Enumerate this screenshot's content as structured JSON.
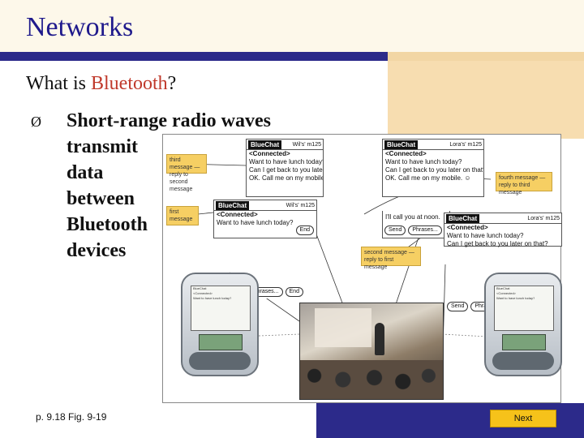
{
  "slide": {
    "title": "Networks",
    "subtitle_prefix": "What is ",
    "subtitle_highlight": "Bluetooth",
    "subtitle_suffix": "?",
    "bullet_glyph": "Ø",
    "bullet_lines": [
      "Short-range radio waves",
      "transmit",
      "data",
      "between",
      "Bluetooth",
      "devices"
    ],
    "footer_ref": "p. 9.18 Fig. 9-19",
    "next_label": "Next"
  },
  "figure": {
    "screens": [
      {
        "app": "BlueChat",
        "status": "Wil's' m125",
        "lines": [
          "<Connected>",
          "Want to have lunch today?",
          "Can I get back to you later on that?",
          "OK. Call me on my mobile. ☺"
        ],
        "buttons": []
      },
      {
        "app": "BlueChat",
        "status": "Lora's' m125",
        "lines": [
          "<Connected>",
          "Want to have lunch today?",
          "Can I get back to you later on that?",
          "OK. Call me on my mobile. ☺"
        ],
        "buttons": []
      },
      {
        "app": "BlueChat",
        "status": "Wil's' m125",
        "lines": [
          "<Connected>",
          "Want to have lunch today?"
        ],
        "buttons": [
          "End"
        ]
      },
      {
        "app": "BlueChat",
        "status": "Lora's' m125",
        "lines": [
          "<Connected>",
          "Want to have lunch today?",
          "Can I get back to you later on that?"
        ],
        "buttons": [
          "Send",
          "Phrases..."
        ]
      }
    ],
    "partial_screens": {
      "send_row": [
        "Send",
        "Phrases..."
      ],
      "reply_line": "I'll call you at noon.",
      "left_phrases": [
        "Phrases...",
        "End"
      ]
    },
    "callouts": {
      "third": "third message — reply to second message",
      "first": "first message",
      "fourth": "fourth message — reply to third message",
      "second": "second message — reply to first message"
    }
  },
  "colors": {
    "title": "#1f1a8c",
    "highlight": "#c0392b",
    "band_blue": "#2c2a8a",
    "tan": "#f7ddb0",
    "callout": "#f6cf63",
    "next": "#f6c21a"
  }
}
